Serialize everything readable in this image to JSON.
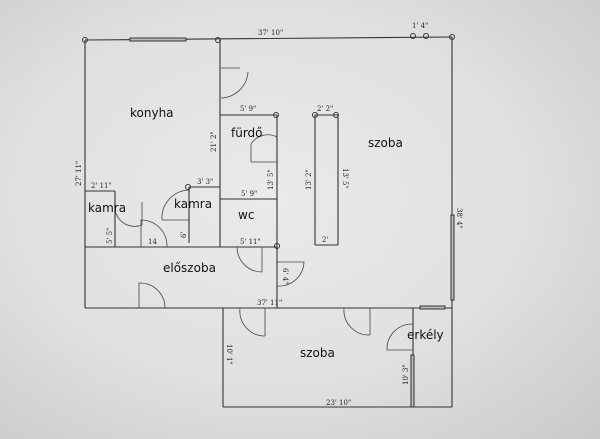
{
  "rooms": {
    "konyha": "konyha",
    "furdo": "fürdő",
    "szoba_top": "szoba",
    "kamra_left": "kamra",
    "kamra_mid": "kamra",
    "wc": "wc",
    "eloszoba": "előszoba",
    "szoba_bottom": "szoba",
    "erkely": "erkély"
  },
  "dimensions": {
    "top_width": "37' 10\"",
    "top_small": "1' 4\"",
    "furdo_width": "5' 9\"",
    "szoba_gap": "2' 2\"",
    "inner_height": "21' 2\"",
    "furdo_height": "13' 5\"",
    "szoba_left_height": "13' 2\"",
    "szoba_right_height": "13' 5\"",
    "left_height": "27' 11\"",
    "kamra_width": "2' 11\"",
    "kamra2_width": "3' 3\"",
    "wc_width": "5' 9\"",
    "kamra_height": "5' 5\"",
    "kamra2_height": "6'",
    "kamra_bottom": "14",
    "wc_bottom": "5' 11\"",
    "szoba_bottom_gap": "2'",
    "hall_height": "6' 4\"",
    "bottom_width": "37' 11\"",
    "right_height": "38' 4\"",
    "lower_left_height": "10' 1\"",
    "lower_right_height": "10' 3\"",
    "lower_width": "23' 10\""
  }
}
